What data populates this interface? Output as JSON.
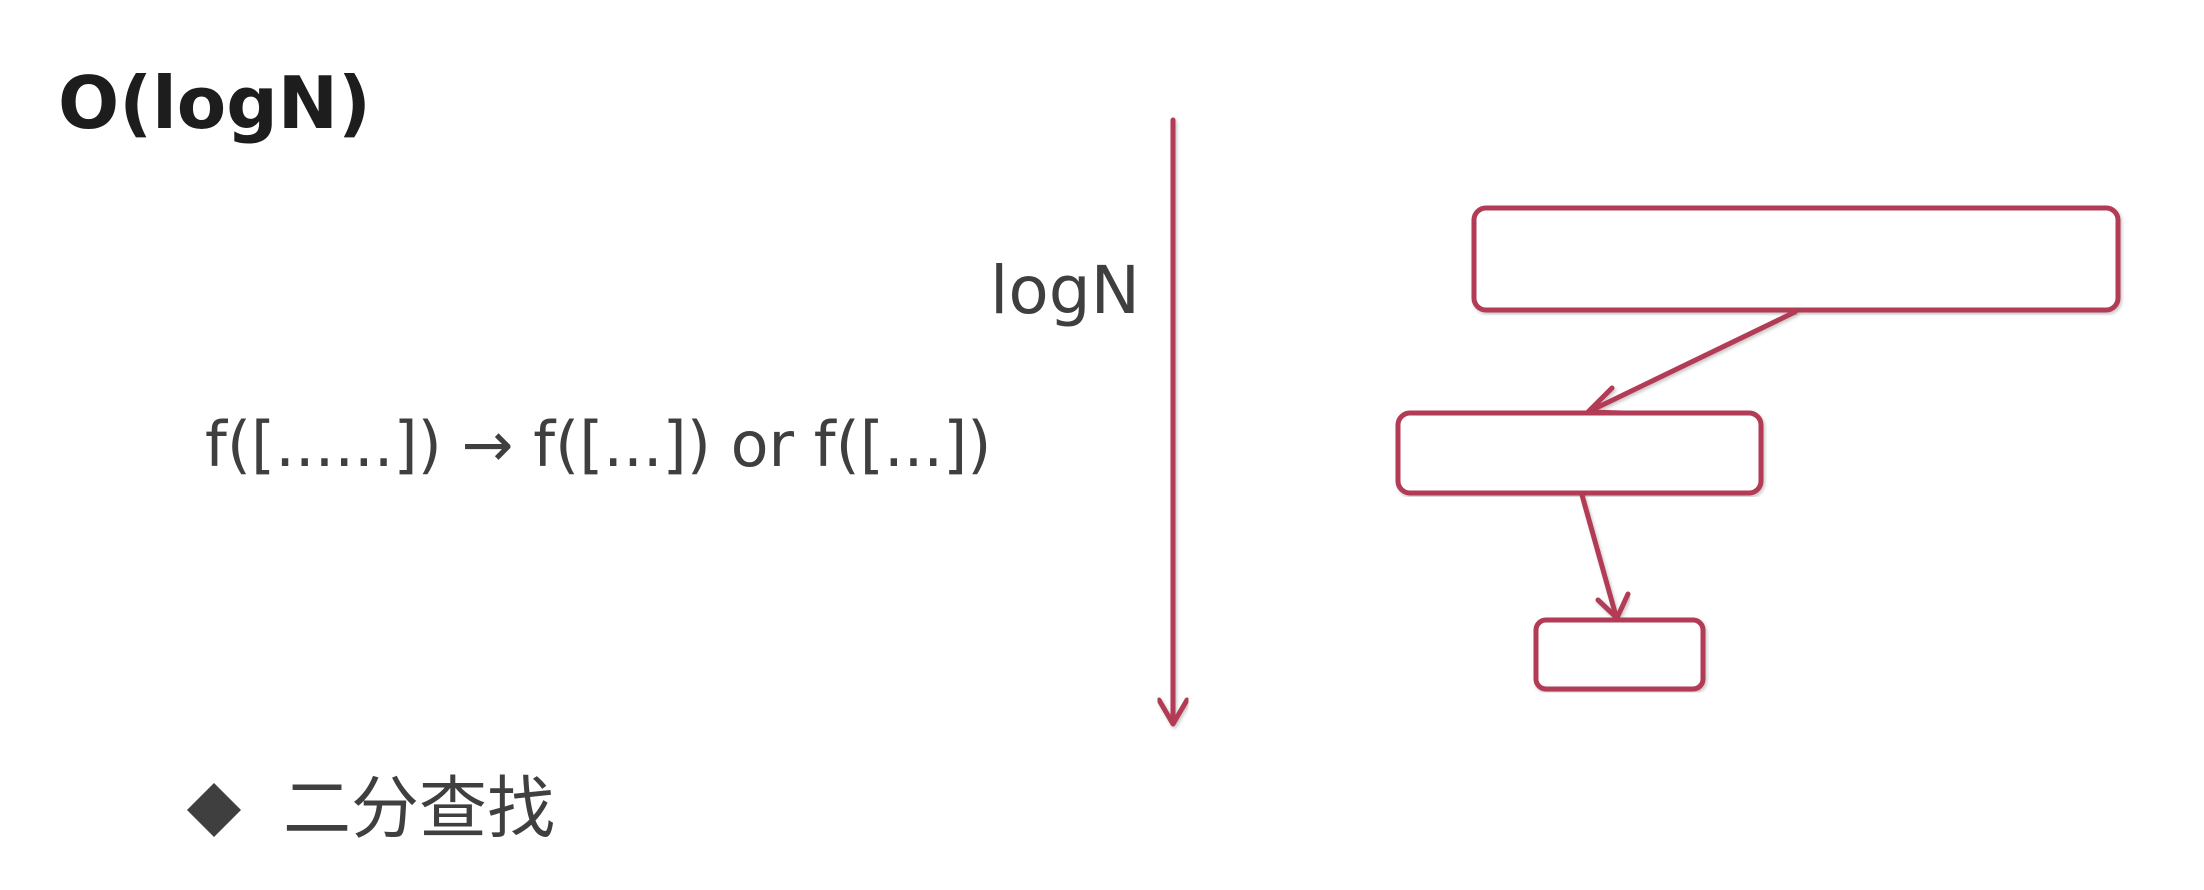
{
  "title": "O(logN)",
  "formula": "f([......]) → f([...]) or f([...])",
  "axis_label": "logN",
  "bullet": {
    "icon": "diamond-icon",
    "text": "二分查找"
  },
  "colors": {
    "accent": "#b23a54",
    "box_fill": "#ffffff",
    "text": "#3f3f3f",
    "title": "#1d1d1d"
  }
}
